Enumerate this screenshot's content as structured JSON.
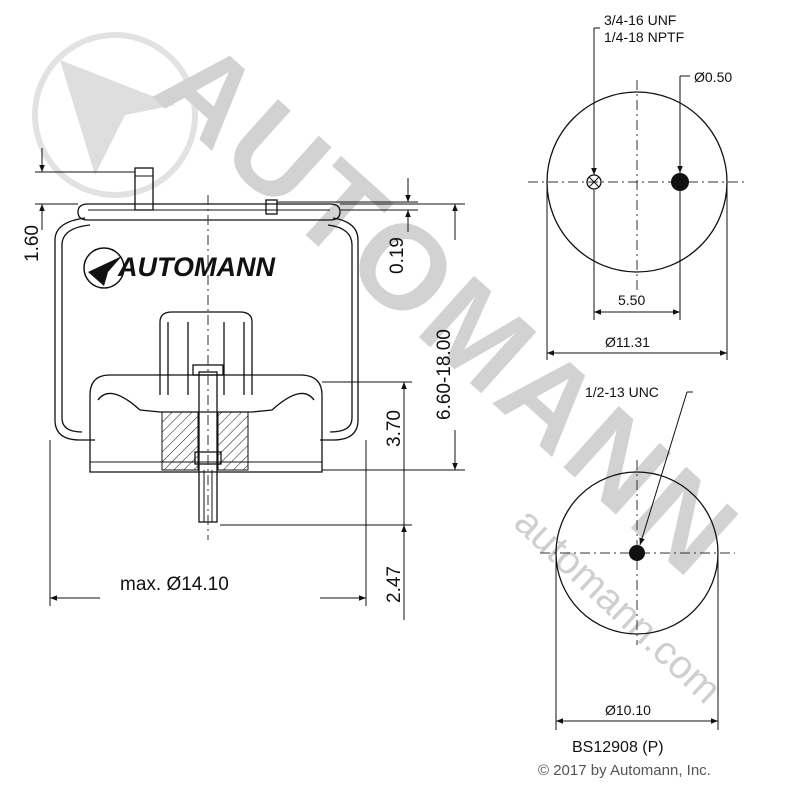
{
  "watermark": {
    "brand": "AUTOMANN",
    "url": "automann.com"
  },
  "logo": {
    "text": "AUTOMANN"
  },
  "dimensions": {
    "left_height": "1.60",
    "top_offset": "0.19",
    "stroke_range": "6.60-18.00",
    "piston_height": "3.70",
    "stud_length": "2.47",
    "max_diameter": "max. Ø14.10"
  },
  "top_view": {
    "thread_label_1": "3/4-16 UNF",
    "thread_label_2": "1/4-18 NPTF",
    "hole_diameter": "Ø0.50",
    "spacing": "5.50",
    "plate_diameter": "Ø11.31"
  },
  "bottom_view": {
    "thread_label": "1/2-13 UNC",
    "plate_diameter": "Ø10.10",
    "part_number": "BS12908 (P)"
  },
  "copyright": "© 2017 by Automann, Inc."
}
